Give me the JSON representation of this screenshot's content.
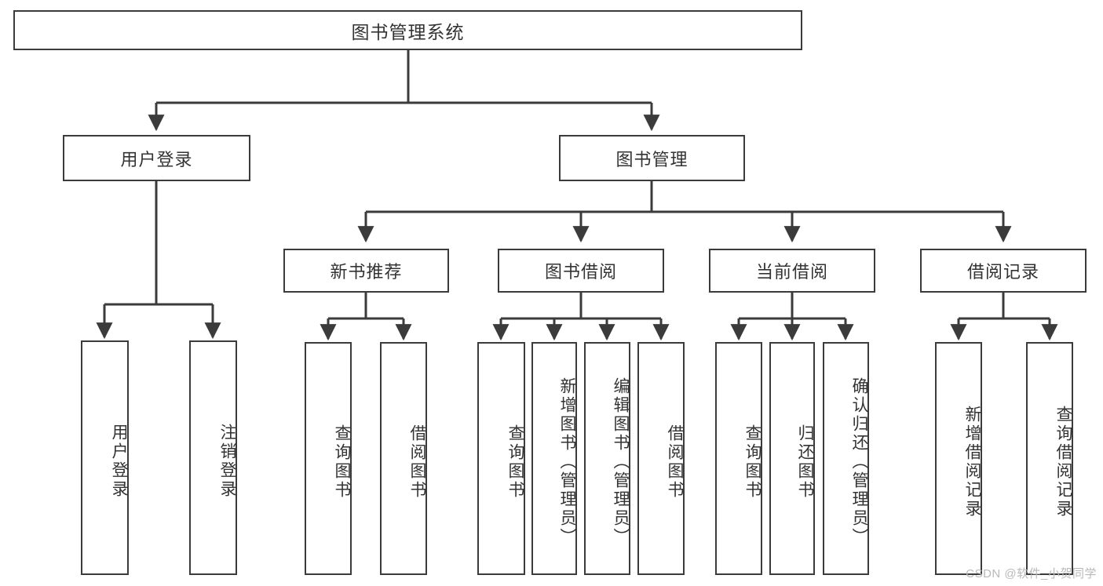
{
  "diagram": {
    "type": "tree-hierarchy",
    "title": "图书管理系统",
    "background": "#ffffff",
    "node_border_color": "#3b3b3b",
    "text_color": "#333333",
    "watermark": "CSDN @软件_小贺同学"
  },
  "nodes": {
    "root": {
      "label": "图书管理系统"
    },
    "level2": [
      {
        "id": "user-login",
        "label": "用户登录"
      },
      {
        "id": "book-manage",
        "label": "图书管理"
      }
    ],
    "level3": [
      {
        "id": "new-book-recommend",
        "label": "新书推荐"
      },
      {
        "id": "book-borrow",
        "label": "图书借阅"
      },
      {
        "id": "current-borrow",
        "label": "当前借阅"
      },
      {
        "id": "borrow-record",
        "label": "借阅记录"
      }
    ],
    "leaves": {
      "user_login": [
        {
          "id": "leaf-user-login",
          "label": "用户登录"
        },
        {
          "id": "leaf-logout-login",
          "label": "注销登录"
        }
      ],
      "new_book_recommend": [
        {
          "id": "leaf-query-book-1",
          "label": "查询图书"
        },
        {
          "id": "leaf-borrow-book-1",
          "label": "借阅图书"
        }
      ],
      "book_borrow": [
        {
          "id": "leaf-query-book-2",
          "label": "查询图书"
        },
        {
          "id": "leaf-add-book",
          "label": "新增图书（管理员）"
        },
        {
          "id": "leaf-edit-book",
          "label": "编辑图书（管理员）"
        },
        {
          "id": "leaf-borrow-book-2",
          "label": "借阅图书"
        }
      ],
      "current_borrow": [
        {
          "id": "leaf-query-book-3",
          "label": "查询图书"
        },
        {
          "id": "leaf-return-book",
          "label": "归还图书"
        },
        {
          "id": "leaf-confirm-return",
          "label": "确认归还（管理员）"
        }
      ],
      "borrow_record": [
        {
          "id": "leaf-add-record",
          "label": "新增借阅记录"
        },
        {
          "id": "leaf-query-record",
          "label": "查询借阅记录"
        }
      ]
    }
  }
}
